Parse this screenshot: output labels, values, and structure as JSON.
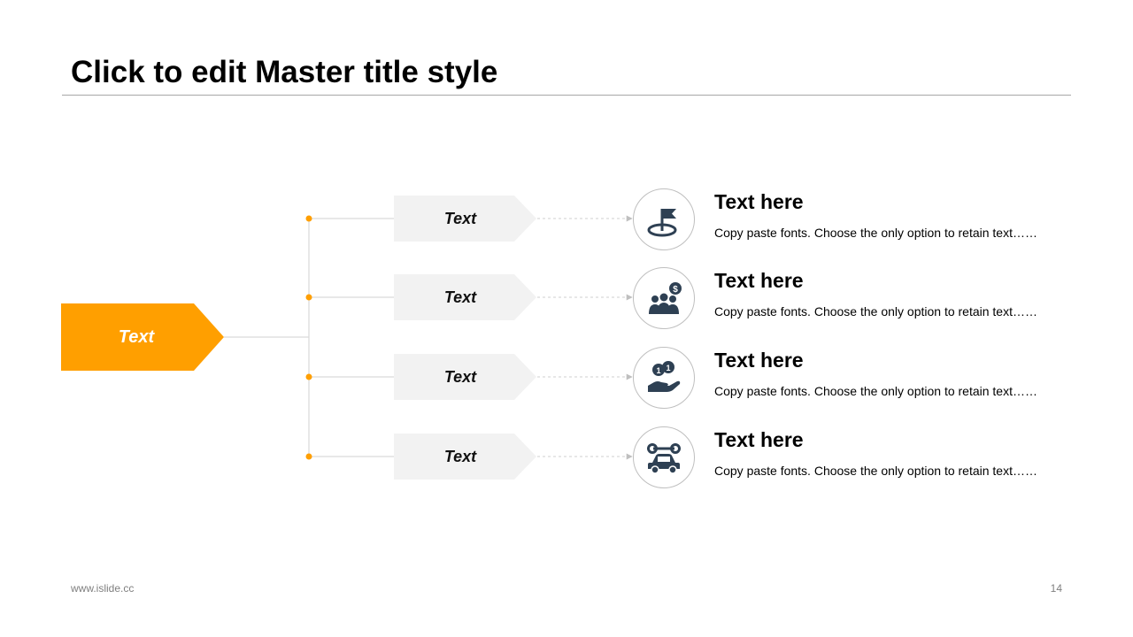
{
  "slide": {
    "title": "Click to edit Master title style",
    "footer_website": "www.islide.cc",
    "page_number": "14"
  },
  "colors": {
    "accent": "#FF9F00",
    "branch_fill": "#F2F2F2",
    "connector": "#D9D9D9",
    "icon": "#2E4053"
  },
  "root": {
    "label": "Text"
  },
  "branches": [
    {
      "label": "Text",
      "icon": "flag-icon",
      "heading": "Text here",
      "description": "Copy paste fonts. Choose the only option to retain text……"
    },
    {
      "label": "Text",
      "icon": "team-money-icon",
      "heading": "Text here",
      "description": "Copy paste fonts. Choose the only option to retain text……"
    },
    {
      "label": "Text",
      "icon": "hand-coins-icon",
      "heading": "Text here",
      "description": "Copy paste fonts. Choose the only option to retain text……"
    },
    {
      "label": "Text",
      "icon": "car-wrench-icon",
      "heading": "Text here",
      "description": "Copy paste fonts. Choose the only option to retain text……"
    }
  ]
}
